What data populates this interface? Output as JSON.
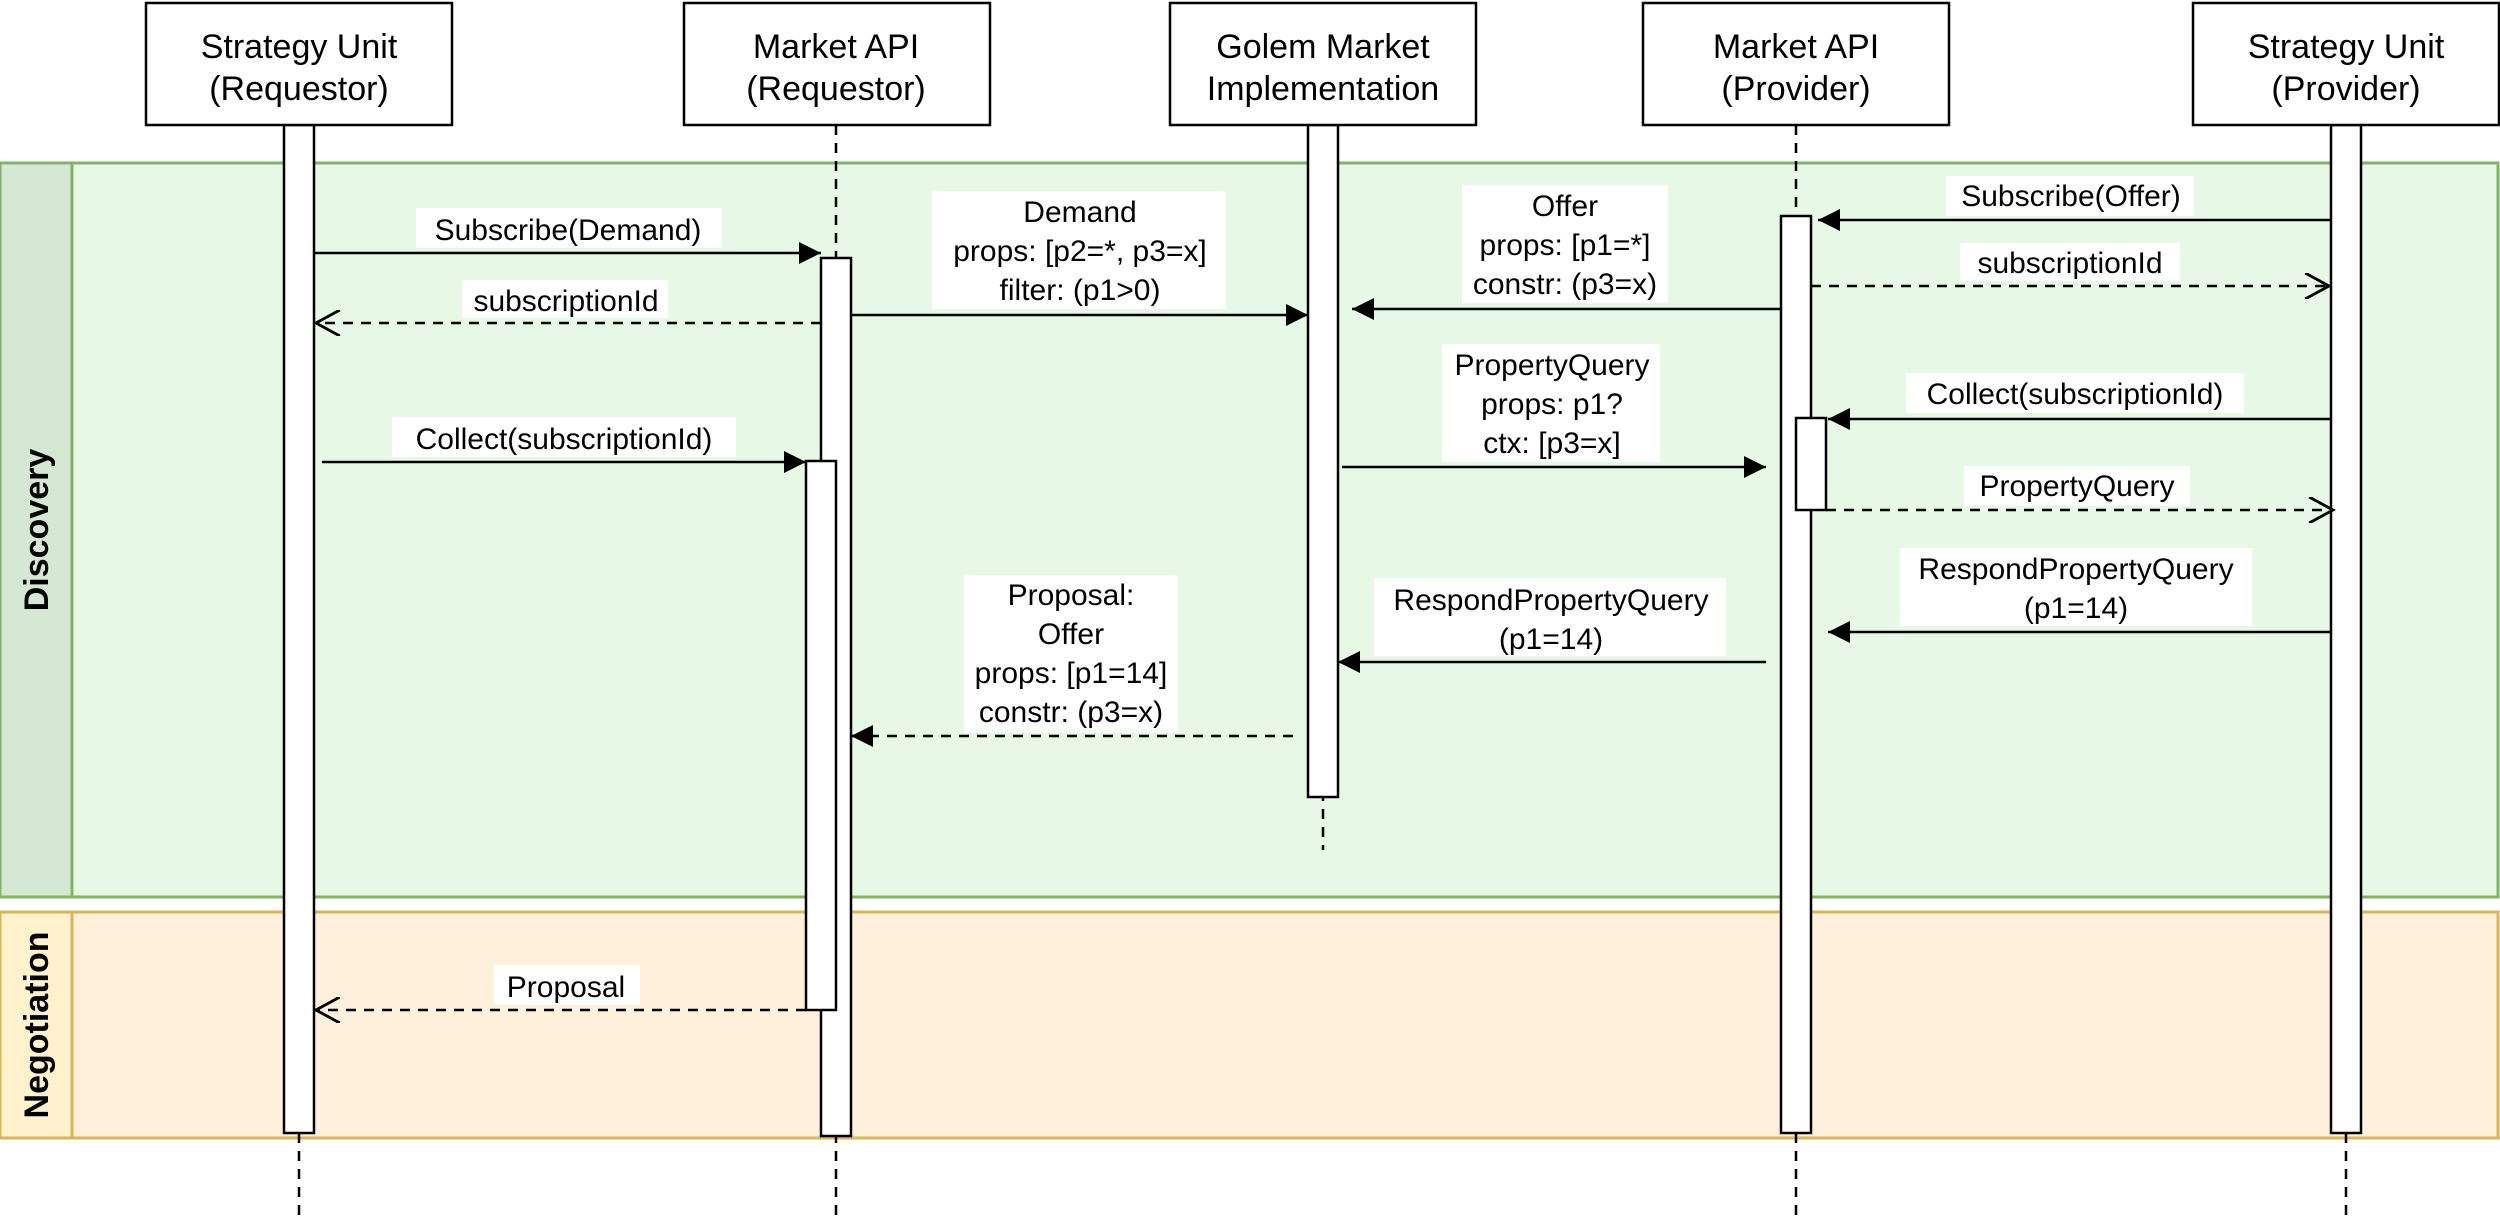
{
  "colors": {
    "discovery_fill": "#e8f8e6",
    "discovery_header": "#d5e8d4",
    "discovery_border": "#82b366",
    "negotiation_fill": "#fff0dc",
    "negotiation_header": "#fff2cc",
    "negotiation_border": "#d6b656"
  },
  "lanes": {
    "discovery": "Discovery",
    "negotiation": "Negotiation"
  },
  "participants": [
    {
      "line1": "Strategy Unit",
      "line2": "(Requestor)"
    },
    {
      "line1": "Market API",
      "line2": "(Requestor)"
    },
    {
      "line1": "Golem Market",
      "line2": "Implementation"
    },
    {
      "line1": "Market API",
      "line2": "(Provider)"
    },
    {
      "line1": "Strategy Unit",
      "line2": "(Provider)"
    }
  ],
  "messages": {
    "subscribe_demand": "Subscribe(Demand)",
    "subscription_id_req": "subscriptionId",
    "collect_req": "Collect(subscriptionId)",
    "demand": [
      "Demand",
      "props: [p2=*, p3=x]",
      "filter: (p1>0)"
    ],
    "offer": [
      "Offer",
      "props: [p1=*]",
      "constr: (p3=x)"
    ],
    "subscribe_offer": "Subscribe(Offer)",
    "subscription_id_prov": "subscriptionId",
    "property_query_mkt": [
      "PropertyQuery",
      "props: p1?",
      "ctx: [p3=x]"
    ],
    "collect_prov": "Collect(subscriptionId)",
    "property_query_prov": "PropertyQuery",
    "respond_prov": [
      "RespondPropertyQuery",
      "(p1=14)"
    ],
    "respond_mkt": [
      "RespondPropertyQuery",
      "(p1=14)"
    ],
    "proposal_mkt": [
      "Proposal:",
      "Offer",
      "props: [p1=14]",
      "constr: (p3=x)"
    ],
    "proposal_req": "Proposal"
  }
}
